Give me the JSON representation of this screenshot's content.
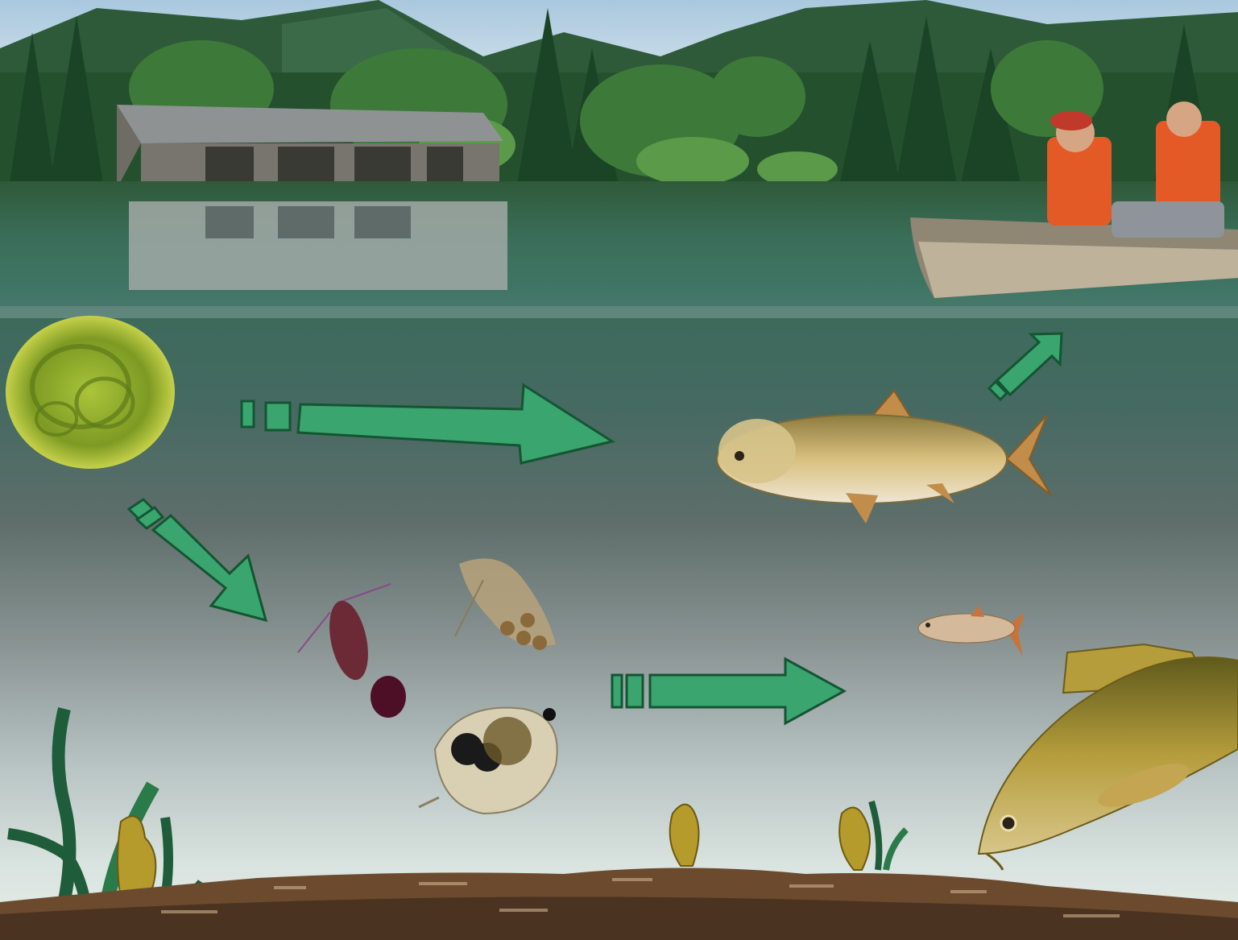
{
  "scene": {
    "organisms": [
      "phytoplankton-colony",
      "zooplankton-copepod",
      "zooplankton-amphipod",
      "zooplankton-daphnia",
      "silver-carp",
      "small-fish",
      "common-carp"
    ],
    "humans": "two-fishermen-in-boat",
    "flows": [
      {
        "from": "phytoplankton",
        "to": "silver-carp"
      },
      {
        "from": "phytoplankton",
        "to": "zooplankton"
      },
      {
        "from": "zooplankton",
        "to": "fish"
      },
      {
        "from": "silver-carp",
        "to": "fishermen"
      }
    ]
  },
  "colors": {
    "arrow_fill": "#3aa56f",
    "arrow_stroke": "#145533",
    "water_top": "#3d6a5c",
    "water_bottom": "#e8eeea",
    "plant_dark": "#1e5c3a",
    "plant_gold": "#b59a2c"
  }
}
